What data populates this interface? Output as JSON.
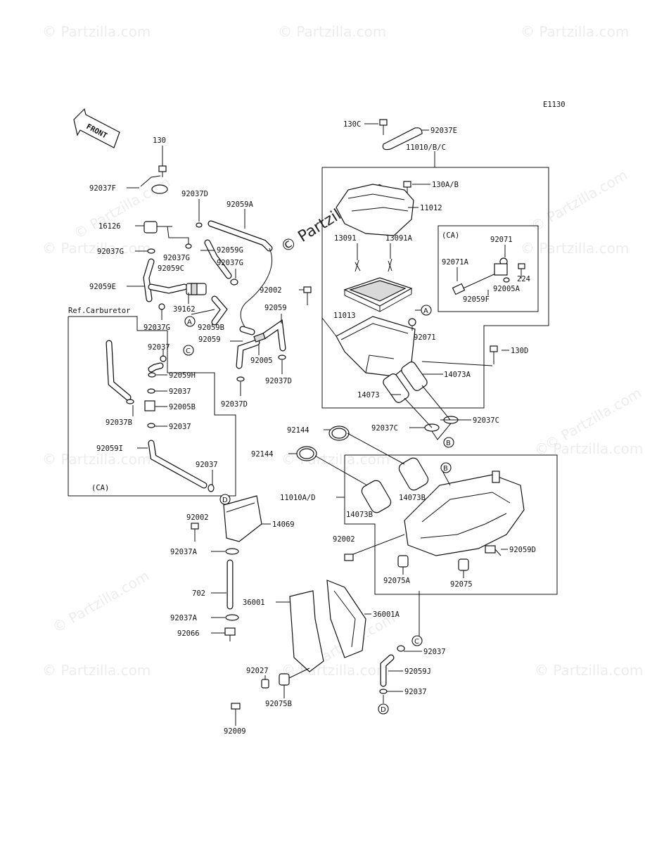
{
  "diagram_code": "E1130",
  "front_label": "FRONT",
  "watermarks": {
    "main": "© Partzilla.com",
    "tile": "© Partzilla.com"
  },
  "callouts": {
    "A": "A",
    "B": "B",
    "C": "C",
    "D": "D"
  },
  "labels": {
    "l130": "130",
    "l92037F": "92037F",
    "l92037D_top": "92037D",
    "l92059A": "92059A",
    "l16126": "16126",
    "l92037G_a": "92037G",
    "l92037G_b": "92037G",
    "l92059G": "92059G",
    "l92037G_c": "92037G",
    "l92059C": "92059C",
    "l92059E": "92059E",
    "lRefCarb": "Ref.Carburetor",
    "l39162": "39162",
    "l92037G_d": "92037G",
    "l92059B": "92059B",
    "l92002_mid": "92002",
    "l92059_a": "92059",
    "l92059_b": "92059",
    "l92005": "92005",
    "l92037D_mid": "92037D",
    "l92037D_low": "92037D",
    "l92037_a": "92037",
    "l92059H": "92059H",
    "l92037_b": "92037",
    "l92005B": "92005B",
    "l92037B": "92037B",
    "l92037_c": "92037",
    "l92059I": "92059I",
    "l92037_d": "92037",
    "lCA_left": "(CA)",
    "l130C": "130C",
    "l92037E": "92037E",
    "l11010BC": "11010/B/C",
    "l130AB": "130A/B",
    "l11012": "11012",
    "l13091": "13091",
    "l13091A": "13091A",
    "lCA_right": "(CA)",
    "l92071_top": "92071",
    "l92071A": "92071A",
    "l224": "224",
    "l92005A": "92005A",
    "l92059F": "92059F",
    "l11013": "11013",
    "l92071_mid": "92071",
    "l130D": "130D",
    "l14073A": "14073A",
    "l14073": "14073",
    "l92037C_a": "92037C",
    "l92037C_b": "92037C",
    "l92144_a": "92144",
    "l92144_b": "92144",
    "l11010AD": "11010A/D",
    "l14073B_a": "14073B",
    "l14073B_b": "14073B",
    "l92002_low": "92002",
    "l92059D": "92059D",
    "l92075A": "92075A",
    "l92075": "92075",
    "l14069": "14069",
    "l92002_left": "92002",
    "l92037A_a": "92037A",
    "l702": "702",
    "l36001": "36001",
    "l36001A": "36001A",
    "l92037A_b": "92037A",
    "l92066": "92066",
    "l92037_e": "92037",
    "l92059J": "92059J",
    "l92037_f": "92037",
    "l92027": "92027",
    "l92075B": "92075B",
    "l92009": "92009"
  }
}
